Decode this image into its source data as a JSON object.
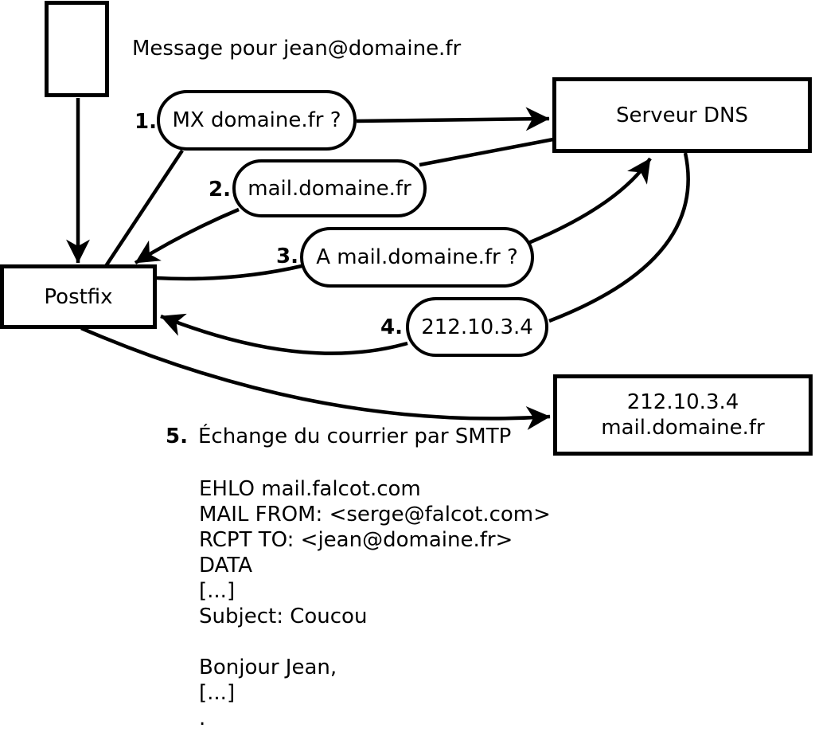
{
  "title": "Message pour jean@domaine.fr",
  "nodes": {
    "postfix": "Postfix",
    "dns_server": "Serveur DNS",
    "mail_server_line1": "212.10.3.4",
    "mail_server_line2": "mail.domaine.fr"
  },
  "steps": [
    {
      "num": "1.",
      "label": "MX domaine.fr ?"
    },
    {
      "num": "2.",
      "label": "mail.domaine.fr"
    },
    {
      "num": "3.",
      "label": "A mail.domaine.fr ?"
    },
    {
      "num": "4.",
      "label": "212.10.3.4"
    },
    {
      "num": "5.",
      "label": "Échange du courrier par SMTP"
    }
  ],
  "smtp_session": [
    "EHLO mail.falcot.com",
    "MAIL FROM: <serge@falcot.com>",
    "RCPT TO: <jean@domaine.fr>",
    "DATA",
    "[...]",
    "Subject: Coucou",
    "",
    "Bonjour Jean,",
    "[...]",
    "."
  ],
  "colors": {
    "ink": "#000000",
    "background": "#ffffff"
  }
}
